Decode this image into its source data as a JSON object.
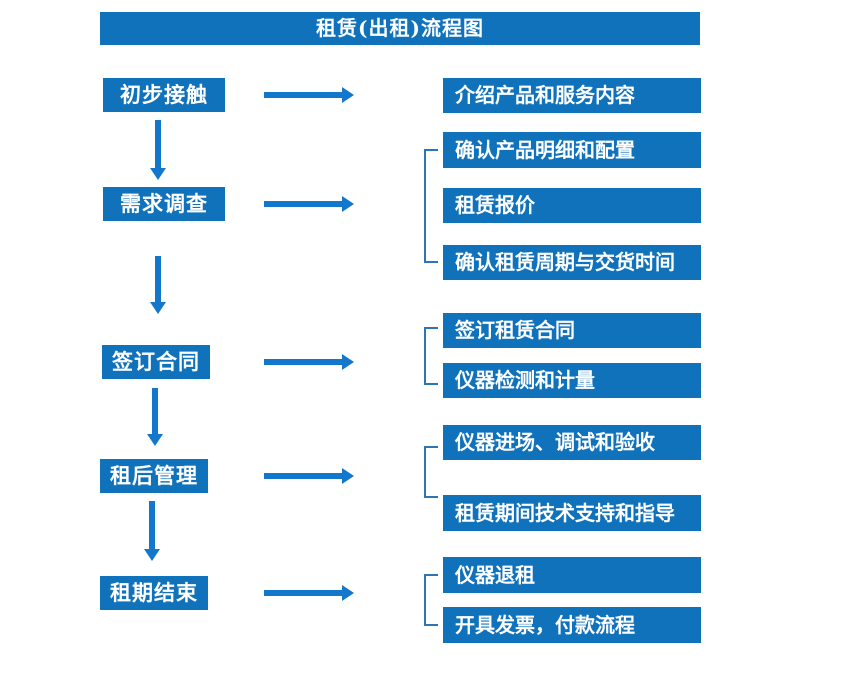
{
  "title": "租赁(出租)流程图",
  "colors": {
    "box_blue": "#1172BC",
    "arrow_blue": "#1377CC",
    "bracket_blue": "#2E75B6",
    "text_white": "#FFFFFF"
  },
  "flow": [
    {
      "step": "初步接触",
      "details": [
        "介绍产品和服务内容"
      ]
    },
    {
      "step": "需求调查",
      "details": [
        "确认产品明细和配置",
        "租赁报价",
        "确认租赁周期与交货时间"
      ]
    },
    {
      "step": "签订合同",
      "details": [
        "签订租赁合同",
        "仪器检测和计量"
      ]
    },
    {
      "step": "租后管理",
      "details": [
        "仪器进场、调试和验收",
        "租赁期间技术支持和指导"
      ]
    },
    {
      "step": "租期结束",
      "details": [
        "仪器退租",
        "开具发票，付款流程"
      ]
    }
  ]
}
